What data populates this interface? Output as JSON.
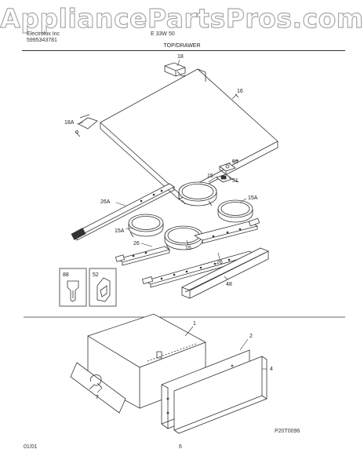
{
  "watermark": "AppliancePartsPros.com",
  "header": {
    "brand": "Electrolux Inc",
    "part_number": "5995343781",
    "model": "E 33W 50",
    "section_title": "TOP/DRAWER"
  },
  "callouts": {
    "c18": "18",
    "c16": "16",
    "c18a": "18A",
    "c53": "53",
    "c15_top": "15",
    "c51": "51",
    "c15a_right": "15A",
    "c26a": "26A",
    "c15a_left": "15A",
    "c26_left": "26",
    "c15_bottom": "15",
    "c26_right": "26",
    "c48": "48",
    "c88": "88",
    "c52": "52",
    "c1": "1",
    "c2": "2",
    "c4": "4",
    "c7": "7"
  },
  "footer": {
    "date": "01/01",
    "page": "6",
    "diagram_code": "P20T0096"
  }
}
